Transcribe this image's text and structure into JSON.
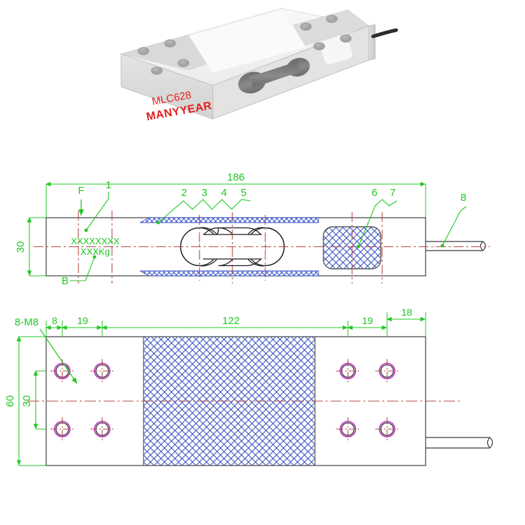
{
  "document": {
    "type": "engineering-drawing",
    "product_model": "MLC628",
    "brand": "MANYYEAR",
    "views": [
      "photo",
      "top-view",
      "bottom-view"
    ]
  },
  "photo": {
    "name": "load-cell-product-photo",
    "brand_text": "MANYYEAR",
    "model_text": "MLC628",
    "brand_color": "#e41f1f",
    "body_color": "#e9e9e7",
    "top_face_color": "#f7f7f5",
    "cable_color": "#2b2b2b"
  },
  "colors": {
    "dimension_green": "#22c722",
    "centerline_red": "#b04a4a",
    "outline_gray": "#5a5a5a",
    "hatch_blue": "#3b56c4",
    "hole_magenta": "#c030c0",
    "hole_black": "#333333"
  },
  "top_view": {
    "name": "top-view",
    "overall_length_label": "186",
    "height_label": "30",
    "force_arrow_label": "F",
    "callouts": [
      {
        "id": "1",
        "label": "1"
      },
      {
        "id": "2",
        "label": "2"
      },
      {
        "id": "3",
        "label": "3"
      },
      {
        "id": "4",
        "label": "4"
      },
      {
        "id": "5",
        "label": "5"
      },
      {
        "id": "6",
        "label": "6"
      },
      {
        "id": "7",
        "label": "7"
      },
      {
        "id": "8",
        "label": "8"
      },
      {
        "id": "B",
        "label": "B"
      }
    ],
    "capacity_line_1": "XXXXXXXX",
    "capacity_line_2": "XXXKg"
  },
  "bottom_view": {
    "name": "bottom-view",
    "thread_spec": "8-M8",
    "width_label": "60",
    "hole_pitch_vertical_label": "30",
    "edge_offset_left_label": "8",
    "hole_pitch_left_label": "19",
    "hole_pitch_right_label": "19",
    "edge_offset_right_label": "18",
    "center_span_label": "122",
    "hole_count": 8
  }
}
